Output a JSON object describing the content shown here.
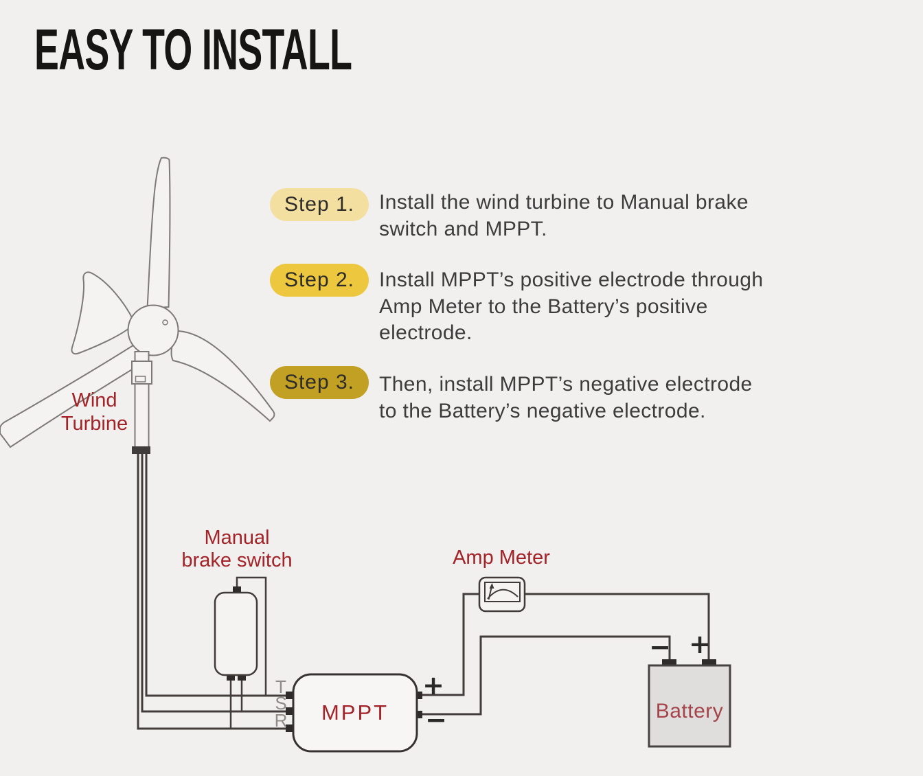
{
  "title": "EASY TO INSTALL",
  "steps": [
    {
      "badge": "Step 1.",
      "badge_color": "#f3e0a0",
      "text": "Install the wind turbine to Manual brake\nswitch and MPPT."
    },
    {
      "badge": "Step 2.",
      "badge_color": "#edc83e",
      "text": "Install MPPT’s positive electrode through\nAmp Meter to the Battery’s positive\nelectrode."
    },
    {
      "badge": "Step 3.",
      "badge_color": "#c2a023",
      "text": "Then, install MPPT’s negative electrode\nto the Battery’s negative electrode."
    }
  ],
  "diagram": {
    "labels": {
      "wind_turbine": "Wind\nTurbine",
      "brake_switch": "Manual\nbrake switch",
      "amp_meter": "Amp Meter",
      "mppt": "MPPT",
      "battery": "Battery",
      "terminal_t": "T",
      "terminal_s": "S",
      "terminal_r": "R",
      "mppt_plus": "+",
      "mppt_minus": "−",
      "battery_minus": "−",
      "battery_plus": "+"
    },
    "colors": {
      "background": "#f1f0ee",
      "label_red": "#a22328",
      "battery_label_red": "#a4444a",
      "wire": "#423d3b",
      "terminal_gray": "#8f8b89",
      "battery_fill": "#e0dedc",
      "step_text": "#3c3c3c"
    }
  }
}
